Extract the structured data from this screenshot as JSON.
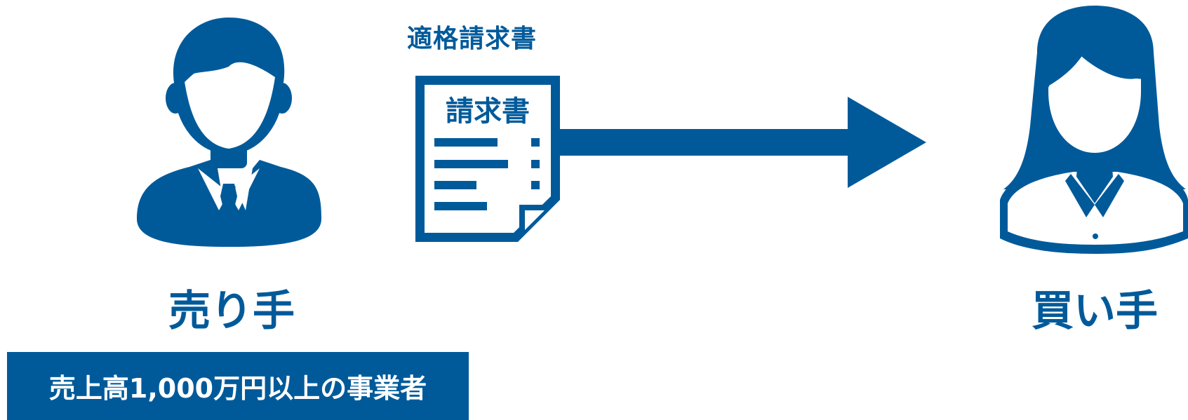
{
  "document": {
    "caption": "適格請求書",
    "inner_title": "請求書"
  },
  "seller": {
    "label": "売り手",
    "badge": "売上高1,000万円以上の事業者"
  },
  "buyer": {
    "label": "買い手"
  },
  "colors": {
    "primary": "#005a9a",
    "background": "#ffffff"
  },
  "icons": {
    "seller": "male-person-icon",
    "buyer": "female-person-icon",
    "document": "invoice-document-icon",
    "arrow": "right-arrow-icon"
  }
}
